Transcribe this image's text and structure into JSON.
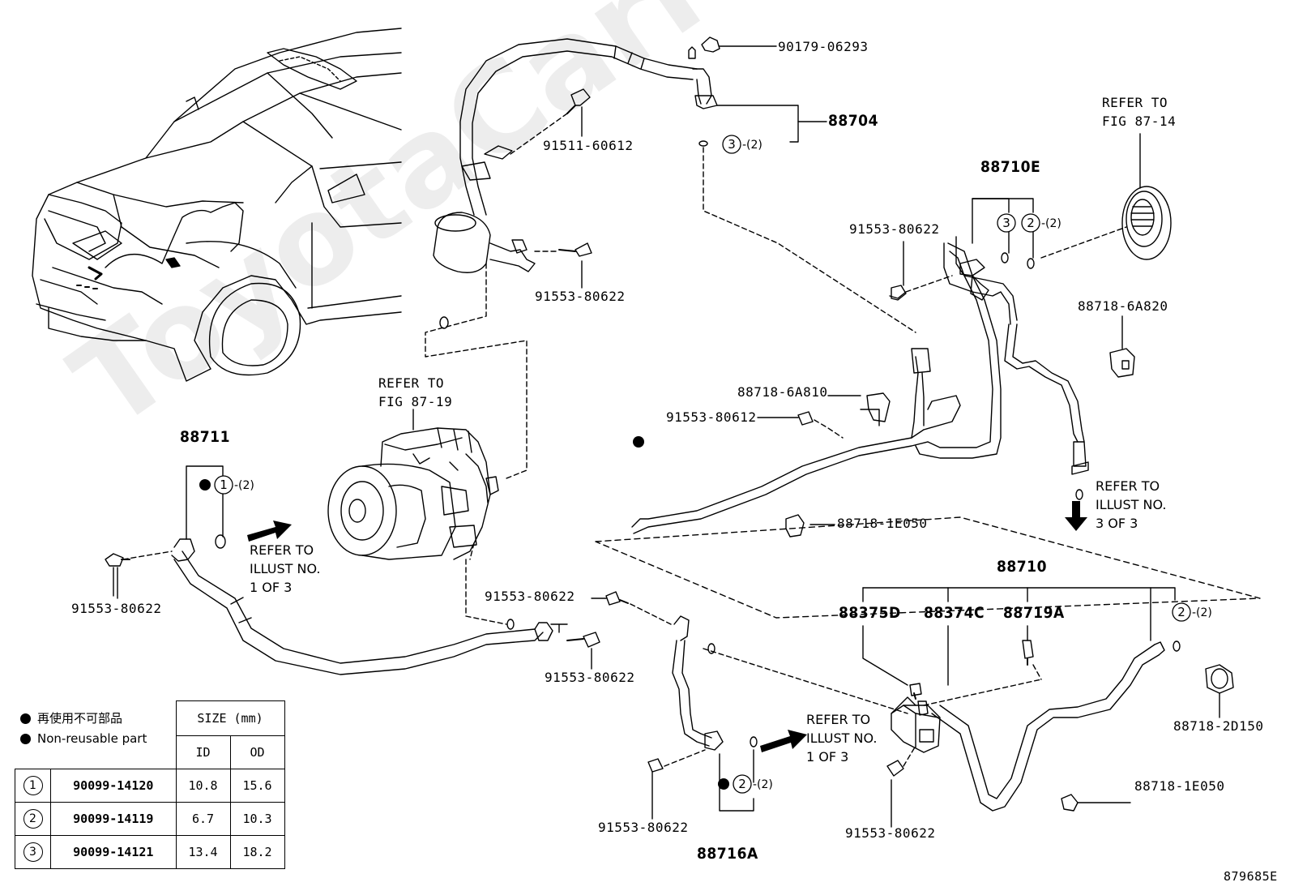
{
  "watermark": "ToyotaCarMine.ru",
  "labels": {
    "p90179": "90179-06293",
    "p88704": "88704",
    "p91511": "91511-60612",
    "p91553_a": "91553-80622",
    "p91553_b": "91553-80622",
    "p88710E": "88710E",
    "p88718_6A820": "88718-6A820",
    "p88718_6A810": "88718-6A810",
    "p91553_80612": "91553-80612",
    "p88711": "88711",
    "p91553_c": "91553-80622",
    "p88718_1E050_a": "88718-1E050",
    "p88710": "88710",
    "p88375D": "88375D",
    "p88374C": "88374C",
    "p88719A": "88719A",
    "p91553_d": "91553-80622",
    "p91553_e": "91553-80622",
    "p88718_2D150": "88718-2D150",
    "p88718_1E050_b": "88718-1E050",
    "p91553_f": "91553-80622",
    "p91553_g": "91553-80622",
    "p88716A": "88716A",
    "fig_id": "879685E"
  },
  "oring_qty": {
    "q1": "-(2)",
    "q2a": "-(2)",
    "q2b": "-(2)",
    "q2c": "-(2)",
    "q3a": "-(2)",
    "q3b": "-(2)"
  },
  "refs": {
    "fig8714": "REFER TO\nFIG 87-14",
    "fig8719": "REFER TO\nFIG 87-19",
    "illust3": "REFER TO\nILLUST NO.\n3 OF 3",
    "illust1a": "REFER TO\nILLUST NO.\n1 OF 3",
    "illust1b": "REFER TO\nILLUST NO.\n1 OF 3"
  },
  "legend": {
    "note_jp": "再使用不可部品",
    "note_en": "Non-reusable part",
    "size_header": "SIZE (mm)",
    "id_header": "ID",
    "od_header": "OD",
    "rows": [
      {
        "num": "1",
        "part": "90099-14120",
        "id": "10.8",
        "od": "15.6"
      },
      {
        "num": "2",
        "part": "90099-14119",
        "id": "6.7",
        "od": "10.3"
      },
      {
        "num": "3",
        "part": "90099-14121",
        "id": "13.4",
        "od": "18.2"
      }
    ]
  },
  "circle_labels": {
    "c1": "1",
    "c2a": "2",
    "c2b": "2",
    "c2c": "2",
    "c3a": "3",
    "c3b": "3"
  }
}
